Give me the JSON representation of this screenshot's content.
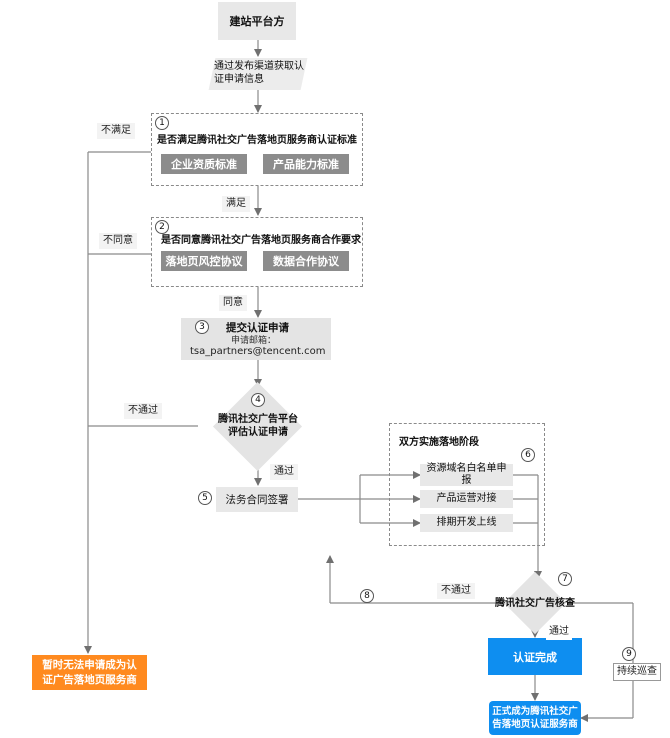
{
  "start": {
    "label": "建站平台方"
  },
  "obtain": {
    "line1": "通过发布渠道获取认",
    "line2": "证申请信息"
  },
  "step1": {
    "num": "1",
    "question": "是否满足腾讯社交广告落地页服务商认证标准",
    "tag_a": "企业资质标准",
    "tag_b": "产品能力标准"
  },
  "step2": {
    "num": "2",
    "question": "是否同意腾讯社交广告落地页服务商合作要求",
    "tag_a": "落地页风控协议",
    "tag_b": "数据合作协议"
  },
  "step3": {
    "num": "3",
    "title": "提交认证申请",
    "email_label": "申请邮箱：",
    "email": "tsa_partners@tencent.com"
  },
  "step4": {
    "num": "4",
    "line1": "腾讯社交广告平台",
    "line2": "评估认证申请"
  },
  "step5": {
    "num": "5",
    "label": "法务合同签署"
  },
  "phase": {
    "num": "6",
    "title": "双方实施落地阶段",
    "items": [
      {
        "line1": "资源域名白名单申",
        "line2": "报"
      },
      {
        "line1": "产品运营对接",
        "line2": ""
      },
      {
        "line1": "排期开发上线",
        "line2": ""
      }
    ]
  },
  "step7": {
    "num": "7",
    "label": "腾讯社交广告核查"
  },
  "step8": {
    "num": "8"
  },
  "step9": {
    "num": "9",
    "label": "持续巡查"
  },
  "done": {
    "label": "认证完成"
  },
  "final": {
    "line1": "正式成为腾讯社交广",
    "line2": "告落地页认证服务商"
  },
  "fail": {
    "line1": "暂时无法申请成为认",
    "line2": "证广告落地页服务商"
  },
  "edges": {
    "not_meet": "不满足",
    "meet": "满足",
    "disagree": "不同意",
    "agree": "同意",
    "reject4": "不通过",
    "pass4": "通过",
    "reject7": "不通过",
    "pass7": "通过"
  },
  "colors": {
    "orange": "#ff8a1f",
    "blue": "#0e8ef0",
    "gray_tag": "#8c8c8c",
    "box_fill": "#e8e8e8"
  }
}
